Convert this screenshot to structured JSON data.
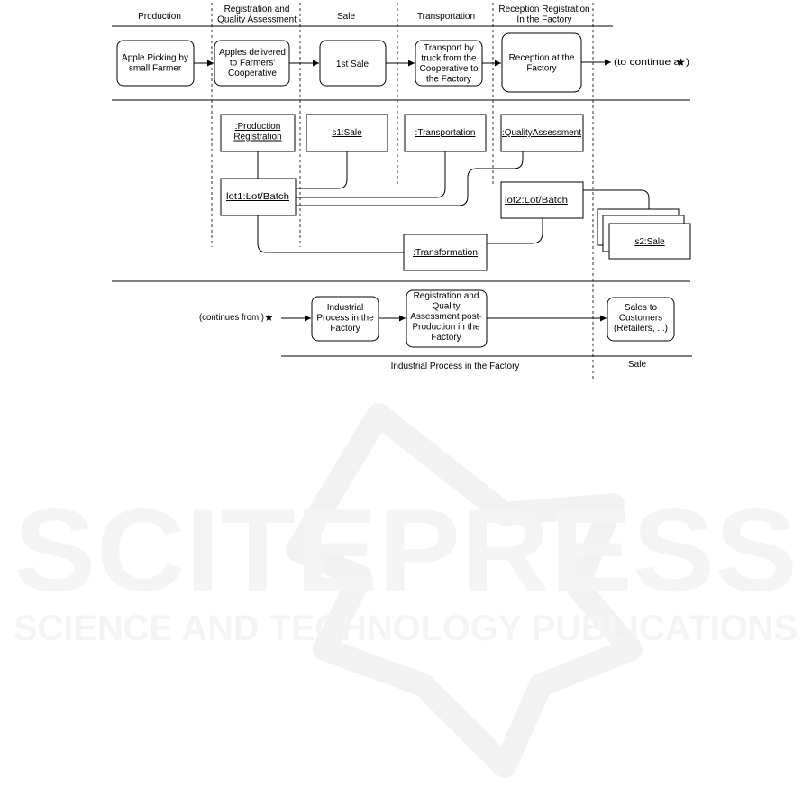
{
  "watermark": {
    "brand": "SCITEPRESS",
    "tagline": "SCIENCE AND TECHNOLOGY PUBLICATIONS"
  },
  "top_lane": {
    "phases": [
      "Production",
      "Registration and Quality Assessment",
      "Sale",
      "Transportation",
      "Reception Registration In the Factory"
    ],
    "steps": [
      "Apple Picking by small Farmer",
      "Apples delivered to Farmers' Cooperative",
      "1st Sale",
      "Transport by truck from the Cooperative to the Factory",
      "Reception at the Factory"
    ],
    "continue_note": "(to continue at  )"
  },
  "object_lane": {
    "objects": [
      ":Production Registration",
      "s1:Sale",
      ":Transportation",
      ":QualityAssessment",
      "lot1:Lot/Batch",
      "lot2:Lot/Batch",
      ":Transformation",
      "s2:Sale"
    ]
  },
  "bottom_lane": {
    "start_note": "(continues from  )",
    "steps": [
      "Industrial Process in the Factory",
      "Registration and Quality Assessment post-Production in the Factory",
      "Sales to Customers (Retailers, ...)"
    ],
    "footer": [
      "Industrial Process in the Factory",
      "Sale"
    ]
  }
}
